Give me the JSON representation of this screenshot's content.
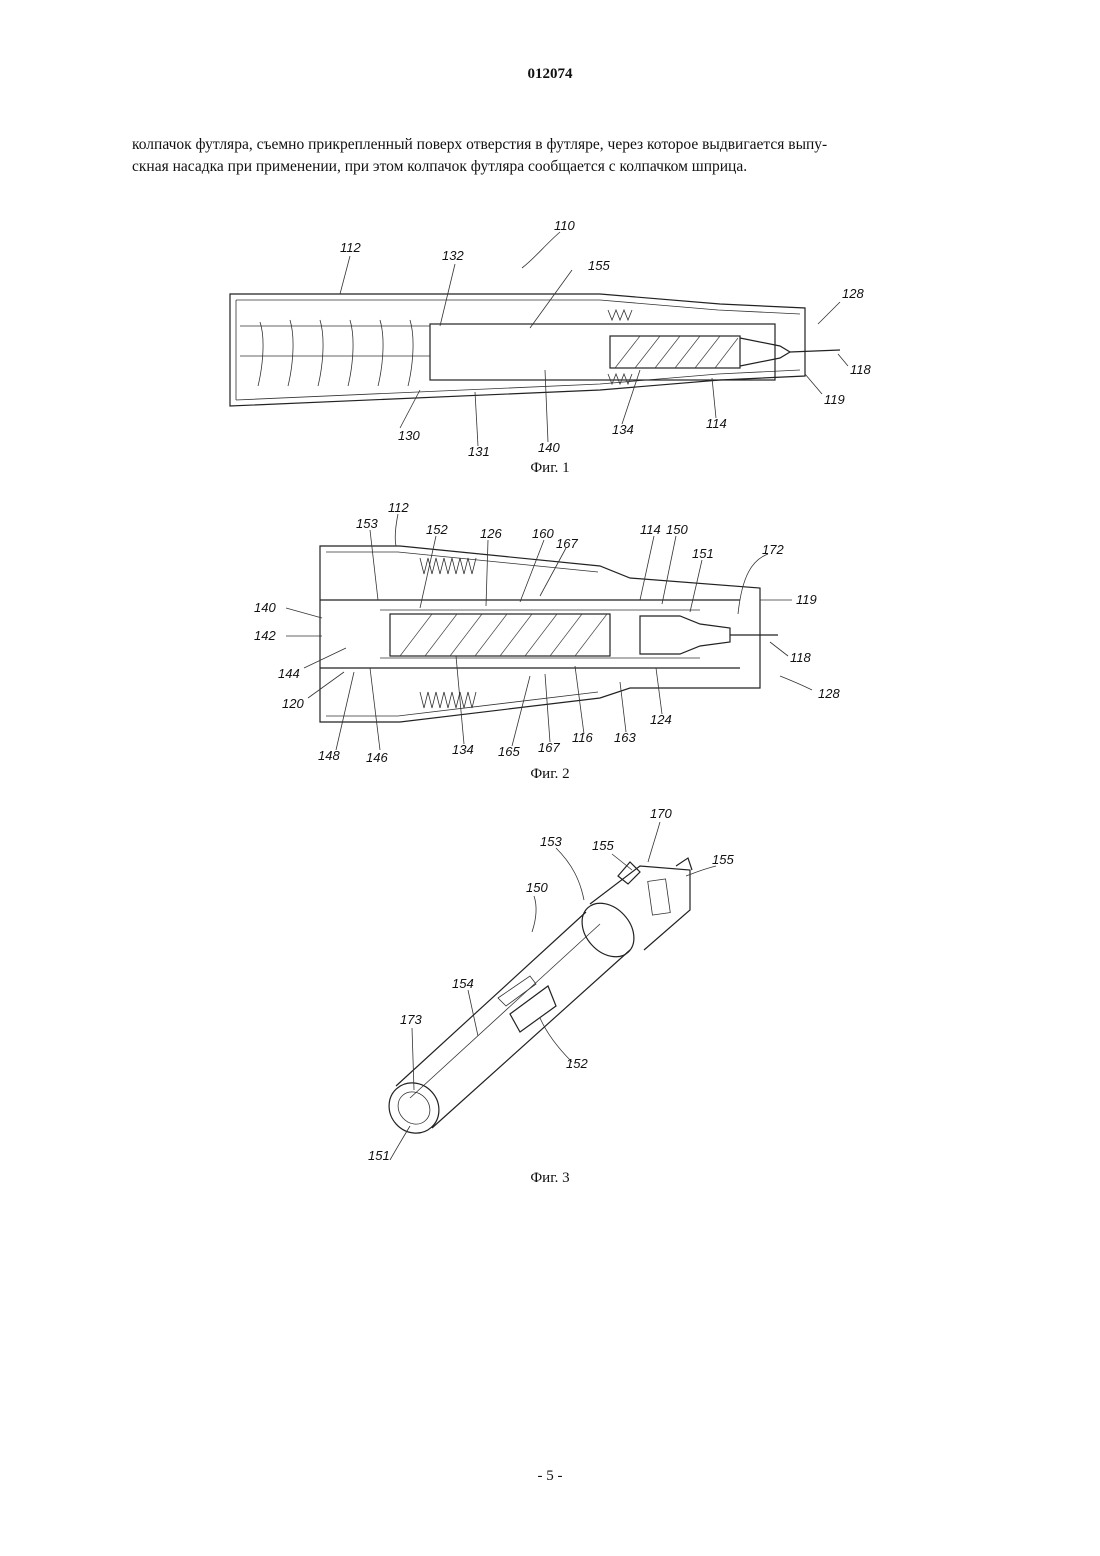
{
  "header": {
    "patent_number": "012074"
  },
  "body_text": {
    "line1": "колпачок футляра, съемно прикрепленный поверх отверстия в футляре, через которое выдвигается выпу-",
    "line2": "скная насадка при применении, при этом колпачок футляра сообщается с колпачком шприца."
  },
  "figures": [
    {
      "caption": "Фиг. 1",
      "labels": [
        "110",
        "112",
        "132",
        "155",
        "128",
        "118",
        "119",
        "130",
        "131",
        "140",
        "134",
        "114"
      ]
    },
    {
      "caption": "Фиг. 2",
      "labels": [
        "112",
        "153",
        "152",
        "126",
        "160",
        "167",
        "114",
        "150",
        "151",
        "172",
        "119",
        "140",
        "142",
        "144",
        "120",
        "148",
        "146",
        "134",
        "165",
        "167",
        "116",
        "163",
        "124",
        "118",
        "128"
      ]
    },
    {
      "caption": "Фиг. 3",
      "labels": [
        "170",
        "153",
        "155",
        "155",
        "150",
        "154",
        "173",
        "152",
        "151"
      ]
    }
  ],
  "footer": {
    "page_label": "- 5 -"
  }
}
